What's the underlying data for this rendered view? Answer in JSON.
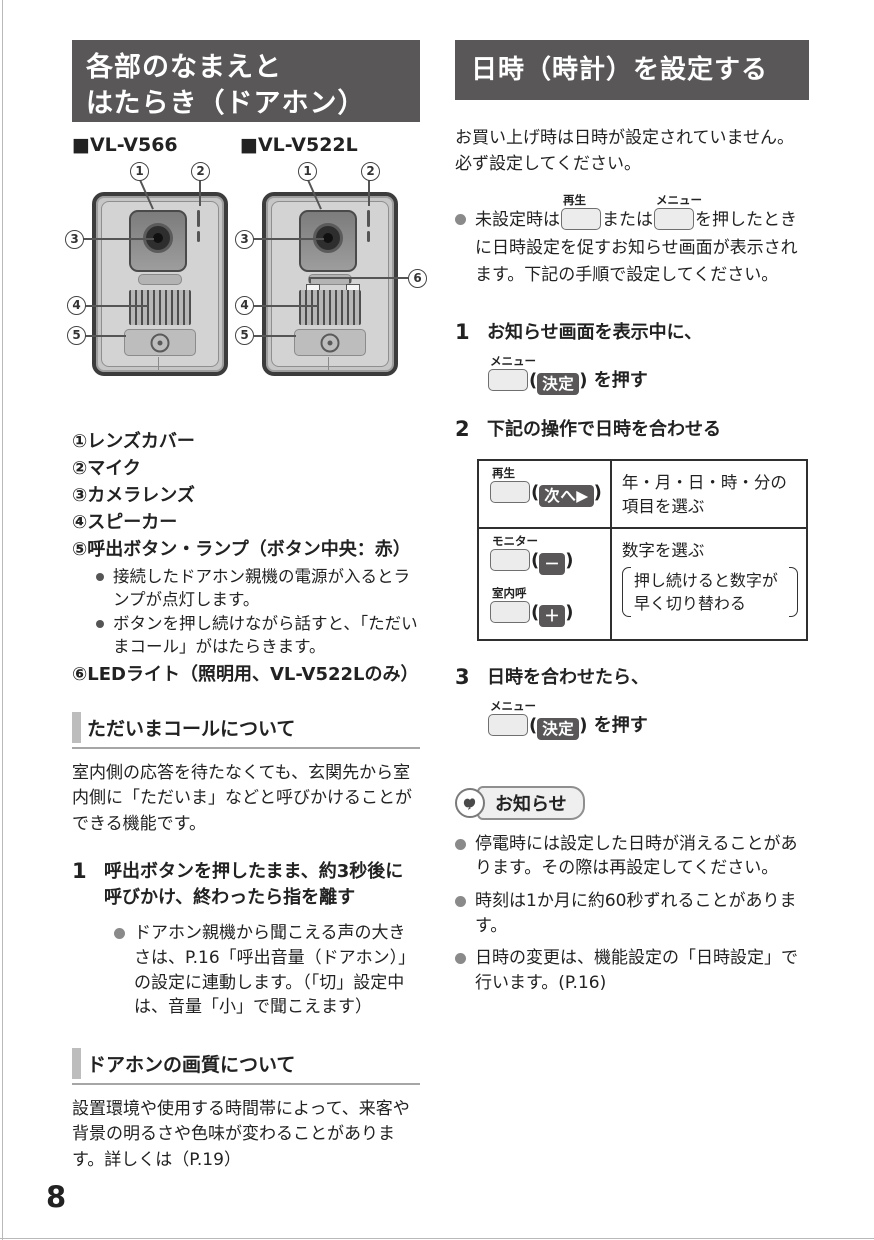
{
  "page": {
    "number": "8"
  },
  "colors": {
    "header_bg": "#595757",
    "badge_bg": "#595757",
    "key_bg": "#ececec"
  },
  "left": {
    "header_line1": "各部のなまえと",
    "header_line2": "はたらき（ドアホン）",
    "model1": "■VL-V566",
    "model2": "■VL-V522L",
    "callouts": {
      "n1": "1",
      "n2": "2",
      "n3": "3",
      "n4": "4",
      "n5": "5",
      "n6": "6"
    },
    "parts": [
      {
        "label": "①レンズカバー"
      },
      {
        "label": "②マイク"
      },
      {
        "label": "③カメラレンズ"
      },
      {
        "label": "④スピーカー"
      },
      {
        "label": "⑤呼出ボタン・ランプ（ボタン中央：赤）"
      },
      {
        "label": "⑥LEDライト（照明用、VL-V522Lのみ）"
      }
    ],
    "part5_notes": [
      "接続したドアホン親機の電源が入るとランプが点灯します。",
      "ボタンを押し続けながら話すと、「ただいまコール」がはたらきます。"
    ],
    "tadaima_title": "ただいまコールについて",
    "tadaima_body": "室内側の応答を待たなくても、玄関先から室内側に「ただいま」などと呼びかけることができる機能です。",
    "step1_num": "1",
    "step1_text": "呼出ボタンを押したまま、約3秒後に呼びかけ、終わったら指を離す",
    "step1_note": "ドアホン親機から聞こえる声の大きさは、P.16「呼出音量（ドアホン）」の設定に連動します。（「切」設定中は、音量「小」で聞こえます）",
    "quality_title": "ドアホンの画質について",
    "quality_body": "設置環境や使用する時間帯によって、来客や背景の明るさや色味が変わることがあります。詳しくは（P.19）"
  },
  "right": {
    "header": "日時（時計）を設定する",
    "intro": "お買い上げ時は日時が設定されていません。必ず設定してください。",
    "bullet_pre": "未設定時は",
    "bullet_btn1": "再生",
    "bullet_mid": "または",
    "bullet_btn2": "メニュー",
    "bullet_post": "を押したときに日時設定を促すお知らせ画面が表示されます。下記の手順で設定してください。",
    "paren_open": "(",
    "paren_close": ")",
    "press_suffix": " を押す",
    "menu_btn": "メニュー",
    "kettei_badge": "決定",
    "step1_num": "1",
    "step1_text": "お知らせ画面を表示中に、",
    "step2_num": "2",
    "step2_text": "下記の操作で日時を合わせる",
    "step3_num": "3",
    "step3_text": "日時を合わせたら、",
    "table": {
      "r1_btn": "再生",
      "r1_badge": "次へ▶",
      "r1_desc": "年・月・日・時・分の項目を選ぶ",
      "r2_btn1": "モニター",
      "r2_badge1": "－",
      "r2_btn2": "室内呼",
      "r2_badge2": "＋",
      "r2_desc": "数字を選ぶ",
      "r2_bracket": "押し続けると数字が早く切り替わる"
    },
    "notice_label": "お知らせ",
    "notice_items": [
      "停電時には設定した日時が消えることがあります。その際は再設定してください。",
      "時刻は1か月に約60秒ずれることがあります。",
      "日時の変更は、機能設定の「日時設定」で行います。(P.16)"
    ]
  }
}
